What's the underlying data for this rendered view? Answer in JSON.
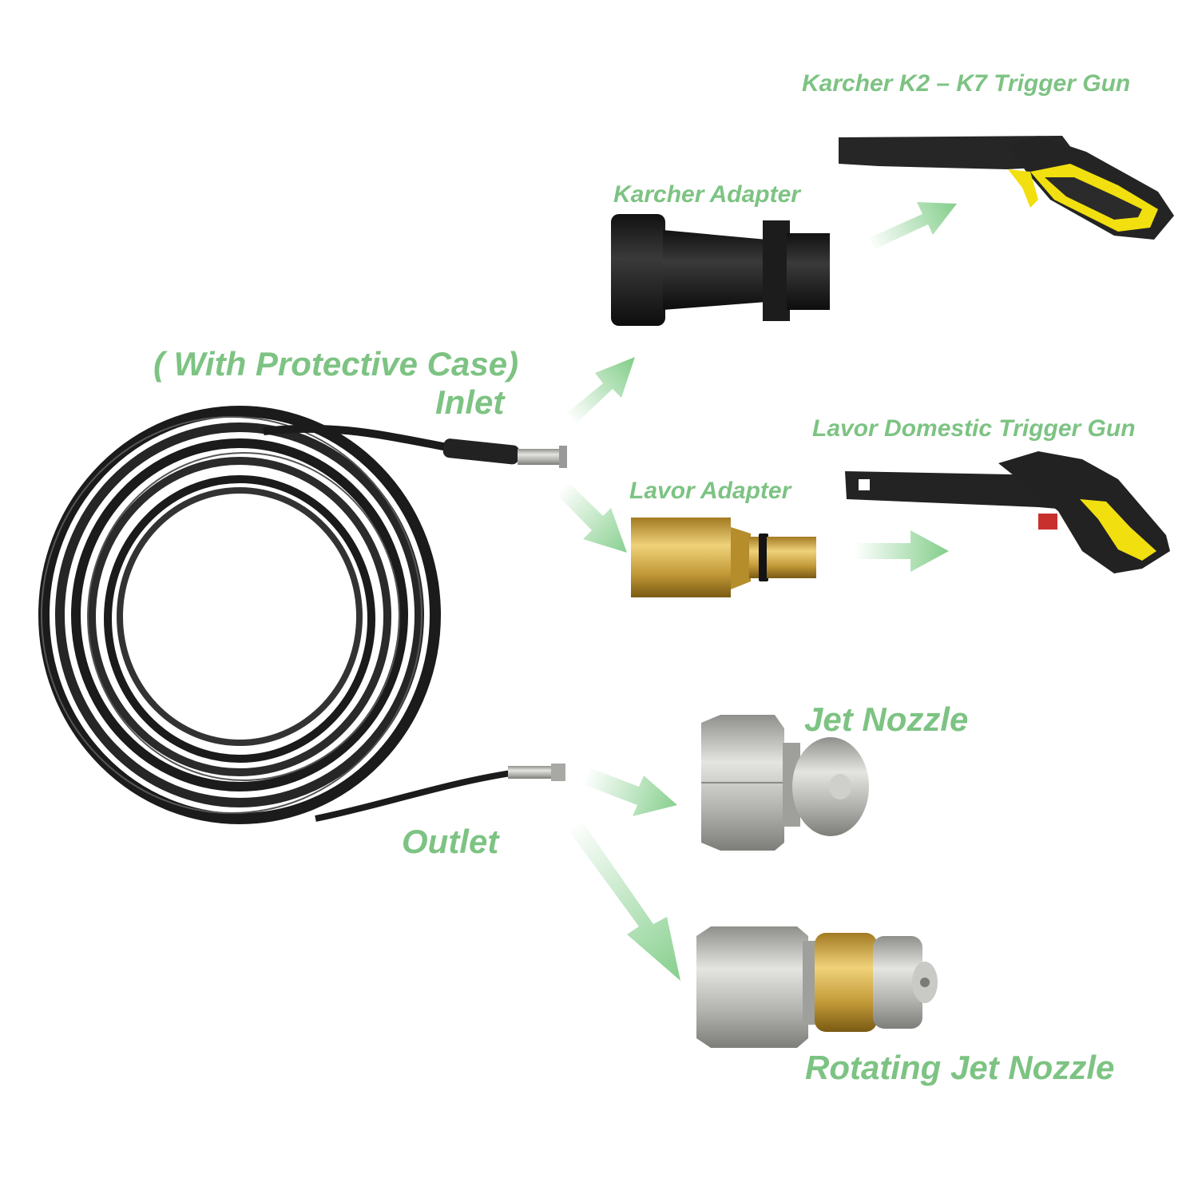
{
  "colors": {
    "label_green": "#7dc383",
    "arrow_green": "#86cf8d",
    "hose_black": "#1b1b1b",
    "brass": "#c9a23f",
    "steel": "#b5b5b0",
    "gun_yellow": "#f1df10",
    "gun_black": "#2a2a2a"
  },
  "labels": {
    "inlet_case": "( With Protective Case)",
    "inlet": "Inlet",
    "outlet": "Outlet",
    "karcher_adapter": "Karcher Adapter",
    "karcher_gun": "Karcher K2 – K7 Trigger Gun",
    "lavor_adapter": "Lavor Adapter",
    "lavor_gun": "Lavor Domestic Trigger Gun",
    "jet_nozzle": "Jet Nozzle",
    "rotating_nozzle": "Rotating Jet Nozzle"
  },
  "icons": {
    "hose": "coiled-hose",
    "karcher_adapter": "karcher-adapter-photo",
    "karcher_gun": "karcher-trigger-gun-photo",
    "lavor_adapter": "lavor-brass-adapter-photo",
    "lavor_gun": "lavor-trigger-gun-photo",
    "jet_nozzle": "jet-nozzle-photo",
    "rotating_nozzle": "rotating-jet-nozzle-photo",
    "arrow": "gradient-arrow"
  }
}
